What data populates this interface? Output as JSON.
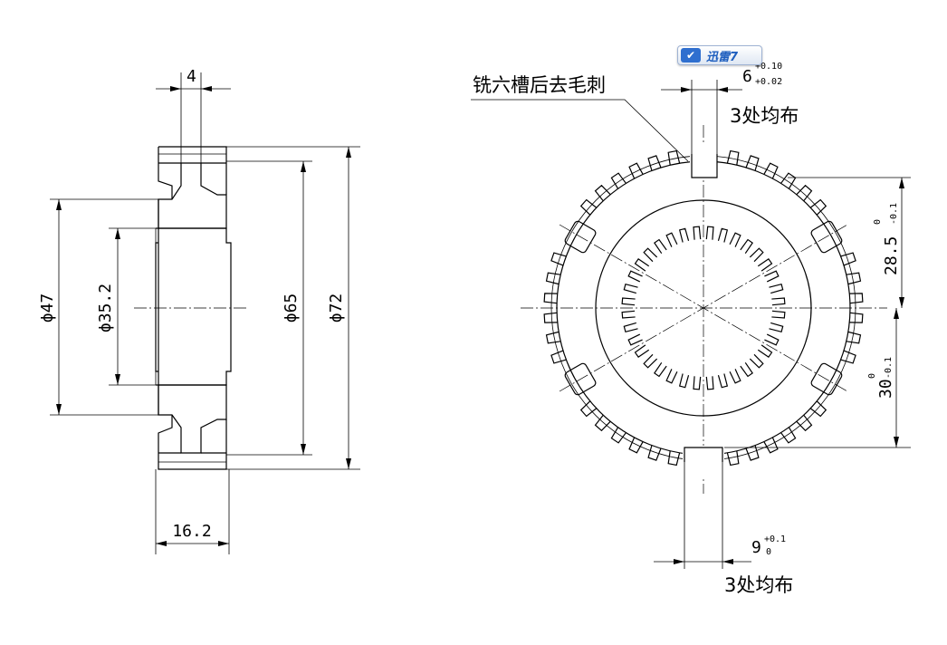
{
  "side_view": {
    "dims": {
      "slot_width": "4",
      "inner_bore": "ϕ35.2",
      "hub_dia": "ϕ47",
      "body_dia": "ϕ65",
      "outer_dia": "ϕ72",
      "width": "16.2"
    }
  },
  "front_view": {
    "note": "铣六槽后去毛刺",
    "slot_top": {
      "value": "6",
      "tol_upper": "+0.10",
      "tol_lower": "+0.02",
      "count_note": "3处均布"
    },
    "slot_bottom": {
      "value": "9",
      "tol_upper": "+0.1",
      "tol_lower": "0",
      "count_note": "3处均布"
    },
    "upper_dim": {
      "value": "28.5",
      "tol_upper": "0",
      "tol_lower": "-0.1"
    },
    "lower_dim": {
      "value": "30",
      "tol_upper": "0",
      "tol_lower": "-0.1"
    }
  },
  "badge": {
    "icon": "thunder-logo-icon",
    "label": "迅雷7"
  }
}
